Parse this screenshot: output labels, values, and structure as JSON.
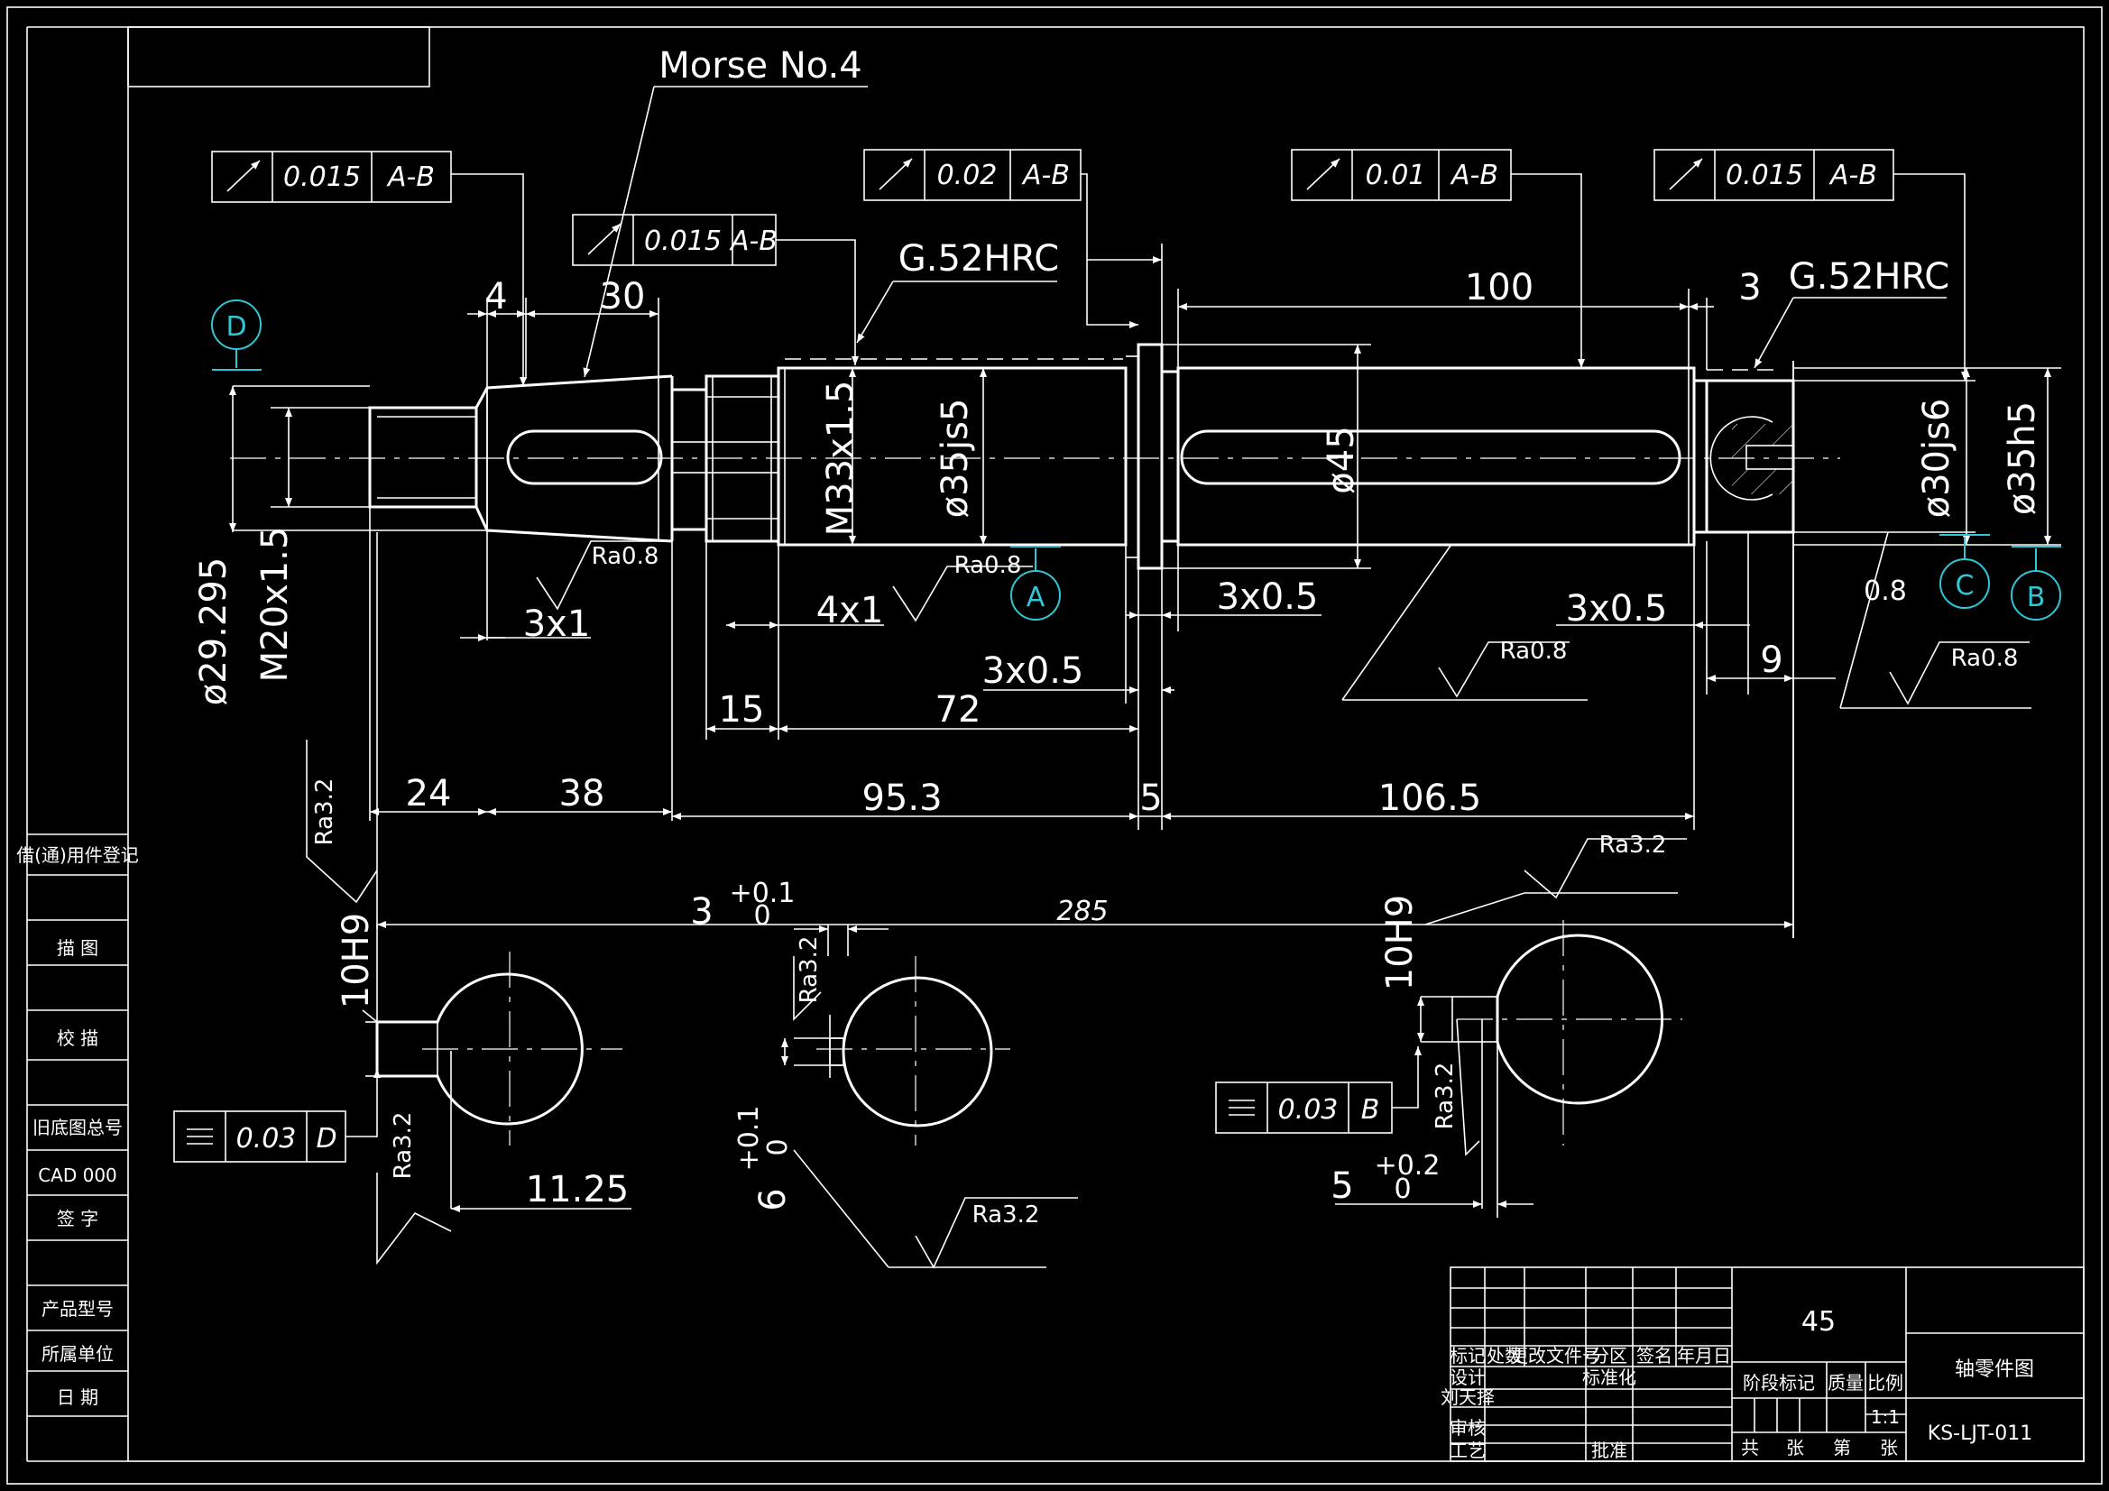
{
  "colors": {
    "background": "#000000",
    "lines": "#ffffff",
    "datum": "#2fc6d6"
  },
  "dimensions": {
    "d4": "4",
    "d30": "30",
    "d100": "100",
    "d3": "3",
    "d15": "15",
    "d72": "72",
    "d24": "24",
    "d38": "38",
    "d95": "95.3",
    "d5": "5",
    "d106": "106.5",
    "d285": "285",
    "d3b": "3",
    "d11": "11.25",
    "d6": "6",
    "d5b": "5",
    "d9": "9",
    "c3x1": "3x1",
    "c4x1": "4x1",
    "c3x05a": "3x0.5",
    "c3x05b": "3x0.5",
    "c3x05c": "3x0.5",
    "tol_p01a": "+0.1",
    "tol_0a": "0",
    "tol_p01b": "+0.1",
    "tol_0b": "0",
    "tol_p02": "+0.2",
    "tol_0c": "0",
    "dia2929": "ø29.295",
    "m20": "M20x1.5",
    "m33": "M33x1.5",
    "dia35js5": "ø35js5",
    "dia45": "ø45",
    "dia30js6": "ø30js6",
    "dia35h5": "ø35h5",
    "h9a": "10H9",
    "h9b": "10H9",
    "v08": "0.8"
  },
  "annotations": {
    "morse": "Morse No.4",
    "g52a": "G.52HRC",
    "g52b": "G.52HRC"
  },
  "roughness": {
    "ra08a": "Ra0.8",
    "ra08b": "Ra0.8",
    "ra08c": "Ra0.8",
    "ra08d": "Ra0.8",
    "ra32a": "Ra3.2",
    "ra32b": "Ra3.2",
    "ra32c": "Ra3.2",
    "ra32d": "Ra3.2",
    "ra32e": "Ra3.2",
    "ra32f": "Ra3.2"
  },
  "tolerance_frames": {
    "f1": {
      "value": "0.015",
      "datum": "A-B"
    },
    "f2": {
      "value": "0.015",
      "datum": "A-B"
    },
    "f3": {
      "value": "0.02",
      "datum": "A-B"
    },
    "f4": {
      "value": "0.01",
      "datum": "A-B"
    },
    "f5": {
      "value": "0.015",
      "datum": "A-B"
    },
    "f6": {
      "value": "0.03",
      "datum": "D"
    },
    "f7": {
      "value": "0.03",
      "datum": "B"
    }
  },
  "datums": {
    "a": "A",
    "b": "B",
    "c": "C",
    "d": "D"
  },
  "left_strip": {
    "item1": "借(通)用件登记",
    "item2": "描 图",
    "item3": "校 描",
    "item4": "旧底图总号",
    "item5": "CAD 000",
    "item6": "签 字",
    "item7": "产品型号",
    "item8": "所属单位",
    "item9": "日 期"
  },
  "title_block": {
    "material": "45",
    "part_name": "轴零件图",
    "drawing_no": "KS-LJT-011",
    "h_mark": "标记",
    "h_count": "处数",
    "h_doc": "更改文件号",
    "h_zone": "分区",
    "h_sign": "签名",
    "h_date": "年月日",
    "r_design": "设计",
    "r_std": "标准化",
    "r_name": "刘天择",
    "r_review": "审核",
    "r_process": "工艺",
    "r_approve": "批准",
    "stage": "阶段标记",
    "mass": "质量",
    "ratio": "比例",
    "scale": "1:1",
    "total": "共",
    "sheets1": "张",
    "sheet_no": "第",
    "sheets2": "张"
  }
}
